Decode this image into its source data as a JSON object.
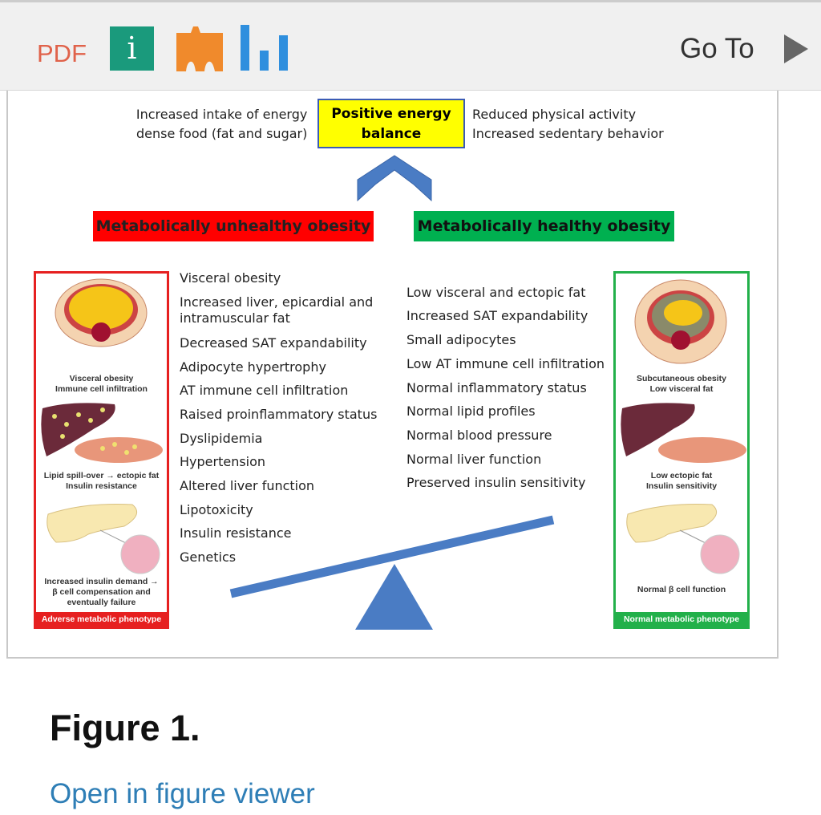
{
  "toolbar": {
    "pdf_label": "PDF",
    "info_label": "i",
    "go_to_label": "Go To",
    "icons": [
      "pdf-icon",
      "info-icon",
      "figures-icon",
      "metrics-icon",
      "play-arrow-icon"
    ]
  },
  "figure": {
    "left_cause": [
      "Increased  intake of energy",
      "dense food (fat and sugar)"
    ],
    "center_box": [
      "Positive energy",
      "balance"
    ],
    "right_cause": [
      "Reduced physical activity",
      "Increased  sedentary behavior"
    ],
    "unhealthy_title": "Metabolically unhealthy obesity",
    "healthy_title": "Metabolically healthy obesity",
    "unhealthy_panel": {
      "caption1": [
        "Visceral obesity",
        "Immune cell infiltration"
      ],
      "caption2": [
        "Lipid spill-over → ectopic fat",
        "Insulin resistance"
      ],
      "caption3": [
        "Increased insulin demand →",
        "β cell compensation and",
        "eventually failure"
      ],
      "footer": "Adverse metabolic phenotype"
    },
    "healthy_panel": {
      "caption1": [
        "Subcutaneous obesity",
        "Low visceral fat"
      ],
      "caption2": [
        "Low ectopic fat",
        "Insulin sensitivity"
      ],
      "caption3": [
        "Normal β cell function"
      ],
      "footer": "Normal metabolic phenotype"
    },
    "unhealthy_list": [
      "Visceral obesity",
      "Increased liver, epicardial and",
      "intramuscular fat",
      "Decreased SAT expandability",
      "Adipocyte hypertrophy",
      "AT immune cell infiltration",
      "Raised proinflammatory status",
      "Dyslipidemia",
      "Hypertension",
      "Altered liver function",
      "Lipotoxicity",
      "Insulin resistance",
      "Genetics"
    ],
    "healthy_list": [
      "Low visceral and ectopic fat",
      "Increased SAT expandability",
      "Small adipocytes",
      "Low  AT immune cell infiltration",
      "Normal inflammatory status",
      "Normal lipid profiles",
      "Normal blood pressure",
      "Normal liver function",
      "Preserved  insulin sensitivity"
    ],
    "colors": {
      "unhealthy": "#ff0000",
      "healthy": "#00b050",
      "box": "#ffff00",
      "scale": "#4a7cc4"
    }
  },
  "caption": {
    "label": "Figure 1.",
    "viewer_link": "Open in figure viewer"
  }
}
